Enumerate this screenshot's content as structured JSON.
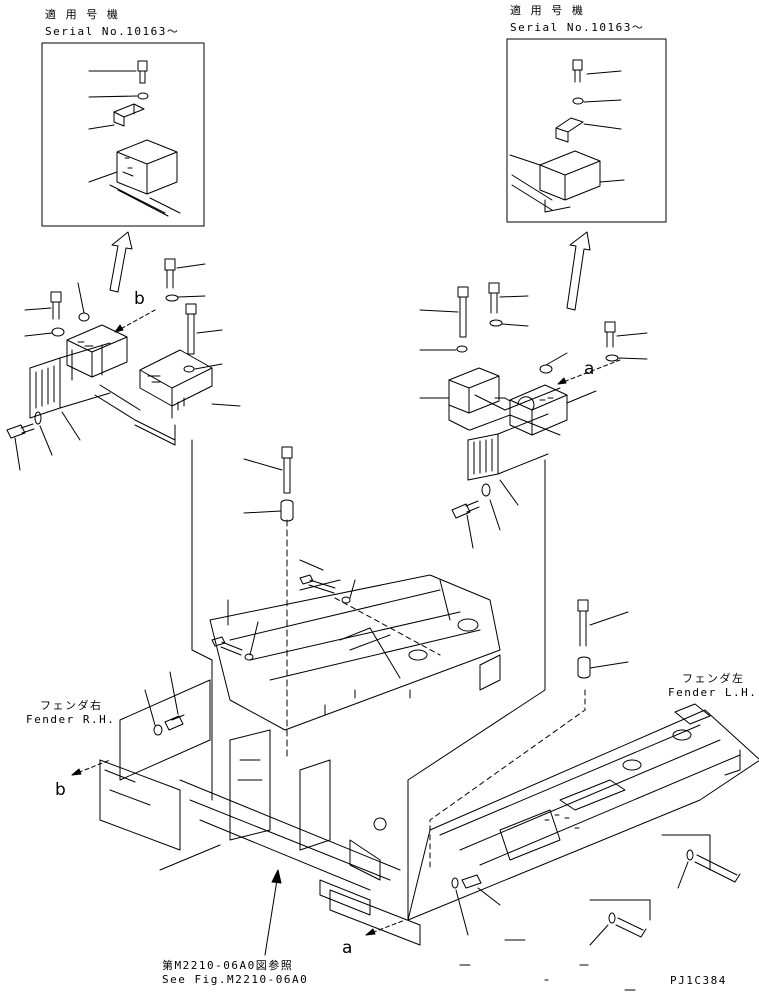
{
  "inset_left": {
    "heading_jp": "適 用 号 機",
    "serial": "Serial No.10163～"
  },
  "inset_right": {
    "heading_jp": "適 用 号 機",
    "serial": "Serial No.10163～"
  },
  "fender_rh": {
    "label_jp": "フェンダ右",
    "label_en": "Fender R.H."
  },
  "fender_lh": {
    "label_jp": "フェンダ左",
    "label_en": "Fender L.H."
  },
  "reference": {
    "label_jp": "第M2210-06A0図参照",
    "label_en": "See Fig.M2210-06A0"
  },
  "view_markers": {
    "b_top": "b",
    "a_top": "a",
    "b_left": "b",
    "a_bottom": "a"
  },
  "drawing_code": "PJ1C384"
}
